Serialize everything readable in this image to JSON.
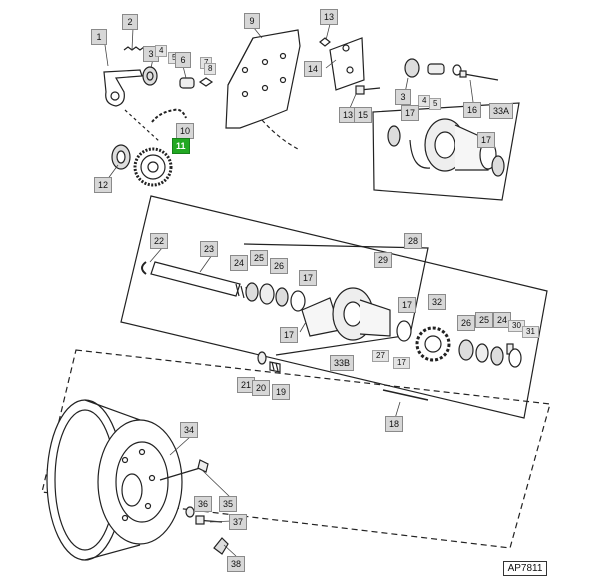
{
  "figure_id": "AP7811",
  "highlight_color": "#22a822",
  "callouts": [
    {
      "label": "1"
    },
    {
      "label": "2"
    },
    {
      "label": "3"
    },
    {
      "label": "4"
    },
    {
      "label": "5"
    },
    {
      "label": "6"
    },
    {
      "label": "7"
    },
    {
      "label": "8"
    },
    {
      "label": "9"
    },
    {
      "label": "10"
    },
    {
      "label": "11",
      "highlighted": true
    },
    {
      "label": "12"
    },
    {
      "label": "13"
    },
    {
      "label": "14"
    },
    {
      "label": "3"
    },
    {
      "label": "4"
    },
    {
      "label": "5"
    },
    {
      "label": "16"
    },
    {
      "label": "33A"
    },
    {
      "label": "13"
    },
    {
      "label": "15"
    },
    {
      "label": "17"
    },
    {
      "label": "17"
    },
    {
      "label": "22"
    },
    {
      "label": "23"
    },
    {
      "label": "28"
    },
    {
      "label": "24"
    },
    {
      "label": "25"
    },
    {
      "label": "26"
    },
    {
      "label": "17"
    },
    {
      "label": "29"
    },
    {
      "label": "17"
    },
    {
      "label": "32"
    },
    {
      "label": "17"
    },
    {
      "label": "26"
    },
    {
      "label": "25"
    },
    {
      "label": "24"
    },
    {
      "label": "30"
    },
    {
      "label": "31"
    },
    {
      "label": "33B"
    },
    {
      "label": "27"
    },
    {
      "label": "17"
    },
    {
      "label": "21"
    },
    {
      "label": "20"
    },
    {
      "label": "19"
    },
    {
      "label": "18"
    },
    {
      "label": "34"
    },
    {
      "label": "36"
    },
    {
      "label": "35"
    },
    {
      "label": "37"
    },
    {
      "label": "38"
    }
  ]
}
